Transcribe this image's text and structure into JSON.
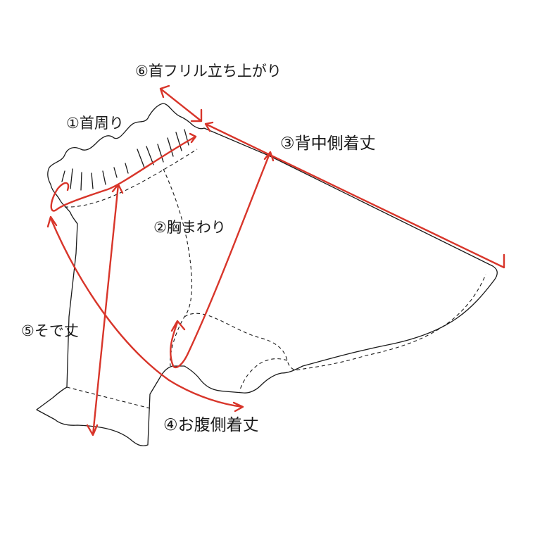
{
  "labels": {
    "neck_frill_height": "⑥首フリル立ち上がり",
    "neck_circumference": "①首周り",
    "back_length": "③背中側着丈",
    "chest_circumference": "②胸まわり",
    "sleeve_length": "⑤そで丈",
    "belly_length": "④お腹側着丈"
  },
  "colors": {
    "measure_line": "#d8352a",
    "outline": "#1a1a1a"
  }
}
